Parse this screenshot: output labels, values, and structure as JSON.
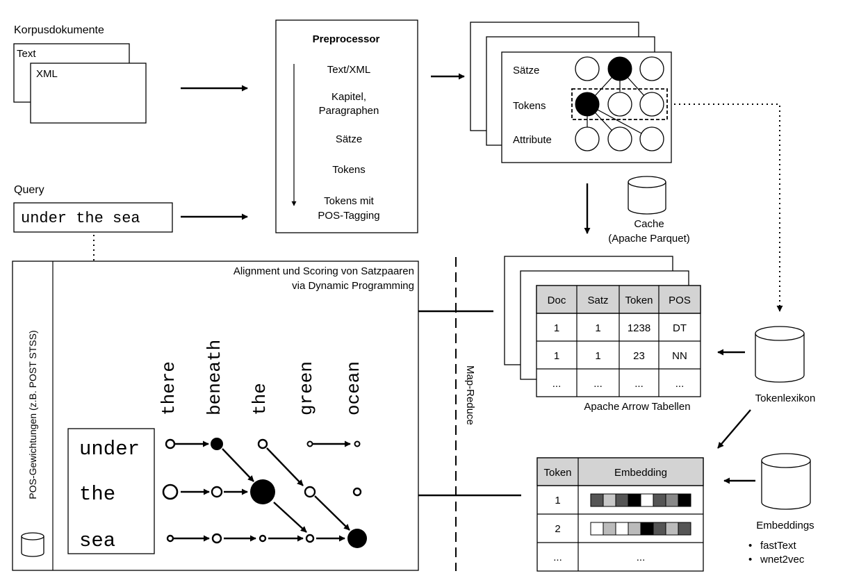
{
  "corpus": {
    "label": "Korpusdokumente",
    "doc_text": "Text",
    "doc_xml": "XML"
  },
  "query": {
    "label": "Query",
    "value": "under the sea"
  },
  "preprocessor": {
    "title": "Preprocessor",
    "steps": [
      "Text/XML",
      "Kapitel,",
      "Paragraphen",
      "Sätze",
      "Tokens",
      "Tokens mit",
      "POS-Tagging"
    ]
  },
  "structure": {
    "row_saetze": "Sätze",
    "row_tokens": "Tokens",
    "row_attribute": "Attribute"
  },
  "cache": {
    "line1": "Cache",
    "line2": "(Apache Parquet)"
  },
  "arrow_table": {
    "headers": [
      "Doc",
      "Satz",
      "Token",
      "POS"
    ],
    "rows": [
      [
        "1",
        "1",
        "1238",
        "DT"
      ],
      [
        "1",
        "1",
        "23",
        "NN"
      ],
      [
        "...",
        "...",
        "...",
        "..."
      ]
    ],
    "caption": "Apache Arrow Tabellen",
    "header_color": "#d3d3d3"
  },
  "tokenlexikon": {
    "label": "Tokenlexikon"
  },
  "embedding_table": {
    "headers": [
      "Token",
      "Embedding"
    ],
    "rows": [
      [
        "1",
        ""
      ],
      [
        "2",
        ""
      ],
      [
        "...",
        "..."
      ]
    ],
    "color_row1": [
      "#555555",
      "#c8c8c8",
      "#555555",
      "#000000",
      "#ffffff",
      "#555555",
      "#888888",
      "#000000"
    ],
    "color_row2": [
      "#ffffff",
      "#bbbbbb",
      "#ffffff",
      "#bbbbbb",
      "#000000",
      "#555555",
      "#bbbbbb",
      "#555555"
    ]
  },
  "embeddings": {
    "label": "Embeddings",
    "items": [
      "fastText",
      "wnet2vec"
    ]
  },
  "alignment": {
    "title1": "Alignment und Scoring von Satzpaaren",
    "title2": "via Dynamic Programming",
    "side_label": "POS-Gewichtungen (z.B. POST STSS)",
    "query_words": [
      "under",
      "the",
      "sea"
    ],
    "target_words": [
      "there",
      "beneath",
      "the",
      "green",
      "ocean"
    ]
  },
  "mapreduce": {
    "label": "Map-Reduce"
  }
}
